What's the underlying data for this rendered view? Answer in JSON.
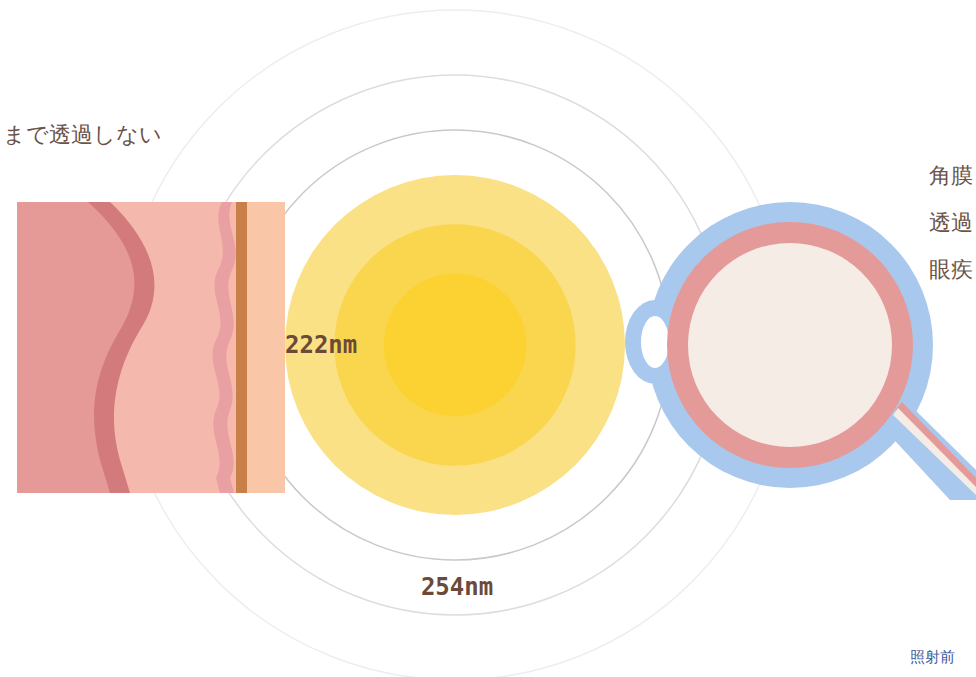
{
  "diagram": {
    "nodes": [
      {
        "text": [
          "222nm"
        ]
      }
    ],
    "labels": [
      "まで透過しない",
      "254nm",
      "角膜",
      "透過",
      "眼疾",
      "照射前"
    ]
  }
}
